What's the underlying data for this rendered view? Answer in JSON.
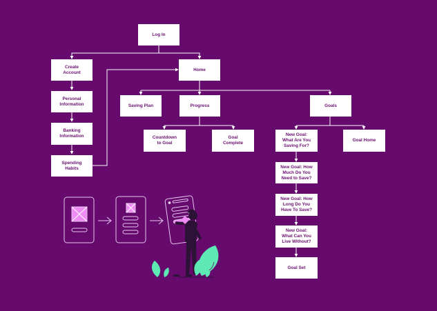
{
  "colors": {
    "background": "#660a6e",
    "node_fill": "#ffffff",
    "node_text": "#6a1070",
    "connector": "#ffffff",
    "accent_pink": "#ee8bf5",
    "accent_green": "#5de8b4",
    "figure_dark": "#2c1236"
  },
  "nodes": {
    "login": "Log In",
    "create_account": "Create\nAccount",
    "personal_info": "Personal\nInformation",
    "banking_info": "Banking\nInformation",
    "spending_habits": "Spending\nHabits",
    "home": "Home",
    "saving_plan": "Saving Plan",
    "progress": "Progress",
    "goals": "Goals",
    "countdown": "Countdown\nto Goal",
    "goal_complete": "Goal\nComplete",
    "new_goal_what": "New Goal:\nWhat Are You\nSaving For?",
    "goal_home": "Goal Home",
    "new_goal_how_much": "New Goal: How\nMuch Do You\nNeed to Save?",
    "new_goal_how_long": "New Goal: How\nLong Do You\nHave To Save?",
    "new_goal_live_without": "New Goal:\nWhat Can You\nLive Without?",
    "goal_set": "Goal Set"
  },
  "illustration": {
    "icons": [
      "wireframe-phone-icon",
      "arrow-right-icon",
      "wireframe-phone-icon",
      "arrow-right-icon",
      "person-holding-phone-icon",
      "plant-leaf-icon"
    ]
  }
}
